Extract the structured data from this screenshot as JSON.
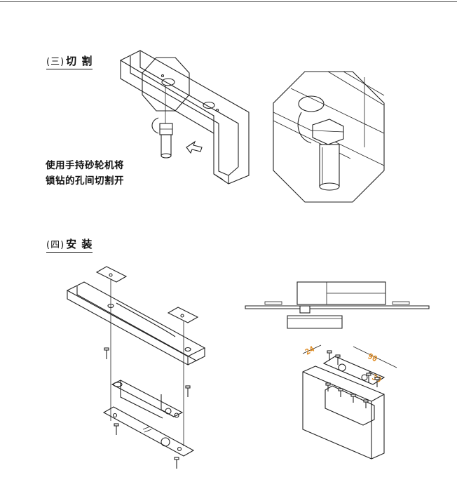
{
  "section3": {
    "number": "(三)",
    "title": "切  割"
  },
  "caption": {
    "line1": "使用手持砂轮机将",
    "line2": "锁钻的孔间切割开"
  },
  "section4": {
    "number": "(四)",
    "title": "安  装"
  },
  "dimensions": {
    "d1": "24",
    "d2": "90",
    "d3": "39"
  },
  "colors": {
    "line": "#222222",
    "dimension_text": "#e08a1e",
    "background": "#ffffff"
  }
}
